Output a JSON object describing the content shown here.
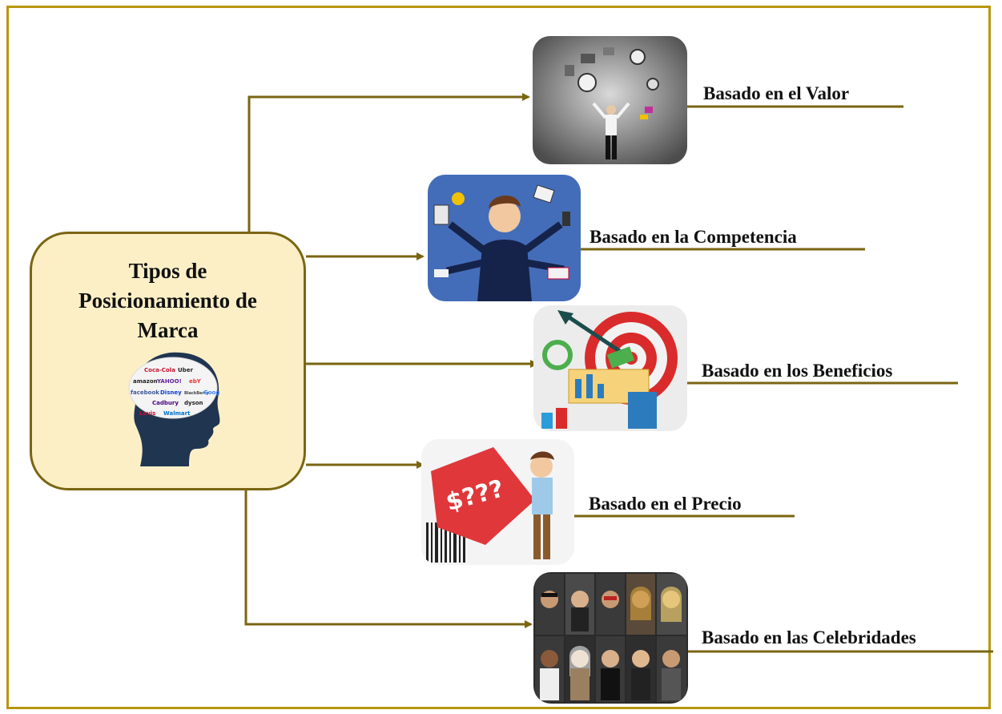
{
  "center": {
    "title_lines": [
      "Tipos de",
      "Posicionamiento de",
      "Marca"
    ],
    "icon": "head-brands-icon",
    "brand_words": [
      "Coca-Cola",
      "Uber",
      "amazon",
      "YAHOO!",
      "ebY",
      "facebook",
      "Disney",
      "BlackBerry",
      "Goog",
      "Cadbury",
      "dyson",
      "Walmart",
      "Levis"
    ]
  },
  "branches": [
    {
      "label": "Basado en el Valor",
      "image": "juggling-businessman-illustration"
    },
    {
      "label": "Basado en la Competencia",
      "image": "multitasking-man-illustration"
    },
    {
      "label": "Basado en los Beneficios",
      "image": "target-arrow-chart-illustration"
    },
    {
      "label": "Basado en el Precio",
      "image": "price-tag-question-illustration"
    },
    {
      "label": "Basado en las Celebridades",
      "image": "celebrity-photo-grid"
    }
  ],
  "colors": {
    "border": "#b8960f",
    "connector": "#7a6512",
    "center_fill": "#fcefc6",
    "head": "#1f3550"
  }
}
